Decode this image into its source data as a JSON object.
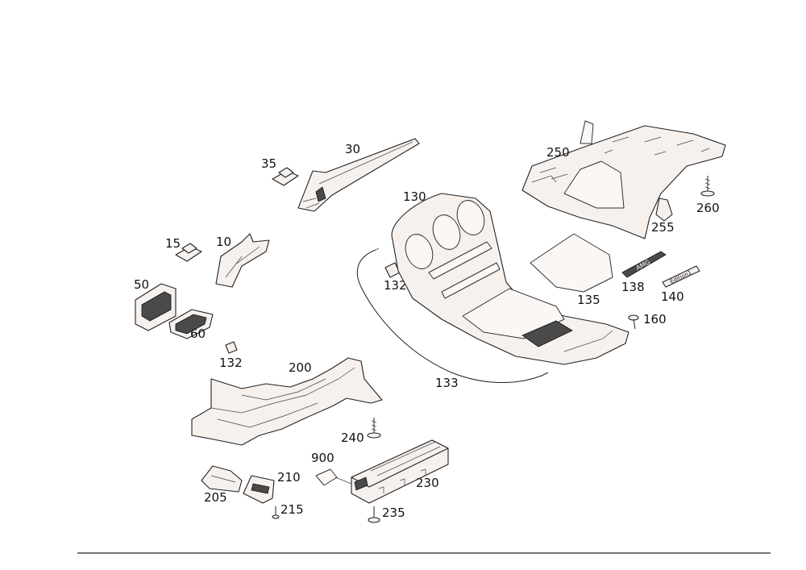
{
  "labels": {
    "p10": "10",
    "p15": "15",
    "p30": "30",
    "p35": "35",
    "p50": "50",
    "p60": "60",
    "p130": "130",
    "p132a": "132",
    "p132b": "132",
    "p133": "133",
    "p135": "135",
    "p138": "138",
    "p140": "140",
    "p160": "160",
    "p200": "200",
    "p205": "205",
    "p210": "210",
    "p215": "215",
    "p230": "230",
    "p235": "235",
    "p240": "240",
    "p250": "250",
    "p255": "255",
    "p260": "260",
    "p900": "900"
  },
  "badges": {
    "amg_text": "AMG",
    "edition_text": "Edition1"
  },
  "colors": {
    "line": "#222222",
    "part_fill": "#f7f1ee",
    "background": "#ffffff"
  }
}
